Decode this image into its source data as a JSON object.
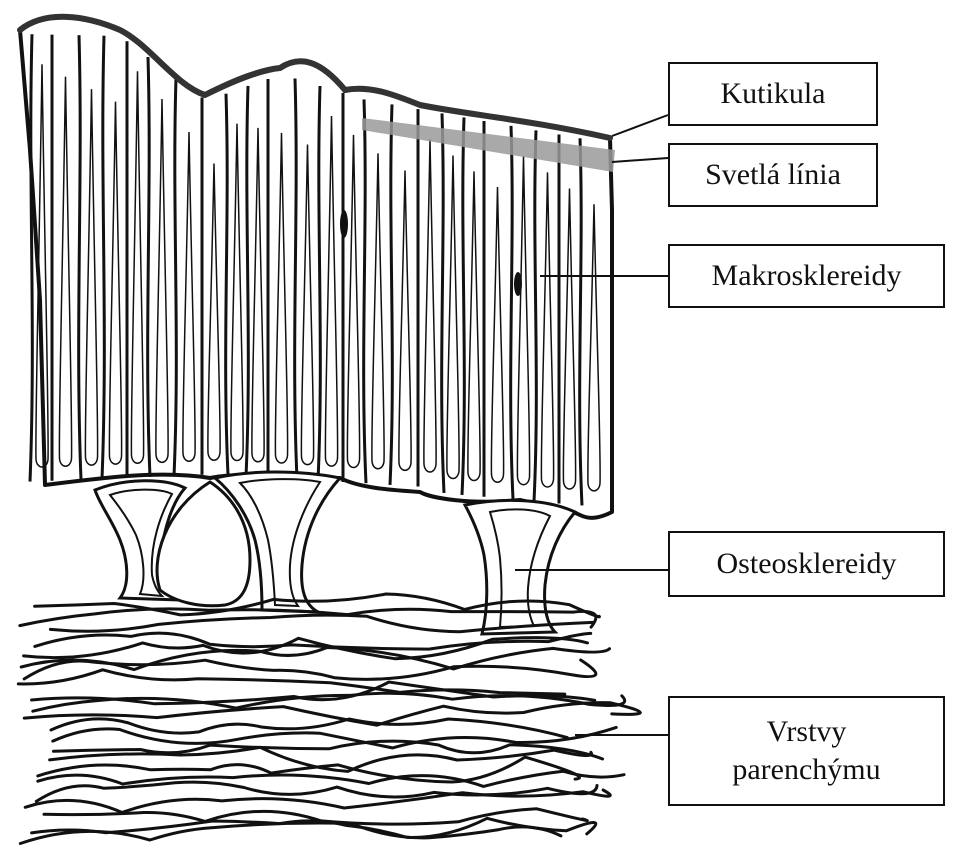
{
  "labels": {
    "cuticle": "Kutikula",
    "light_line": "Svetlá línia",
    "macrosclereids": "Makrosklereidy",
    "osteosclereids": "Osteosklereidy",
    "parenchyma_line1": "Vrstvy",
    "parenchyma_line2": "parenchýmu"
  },
  "colors": {
    "stroke": "#111111",
    "light_line": "#9a9a9a",
    "background": "#ffffff"
  }
}
